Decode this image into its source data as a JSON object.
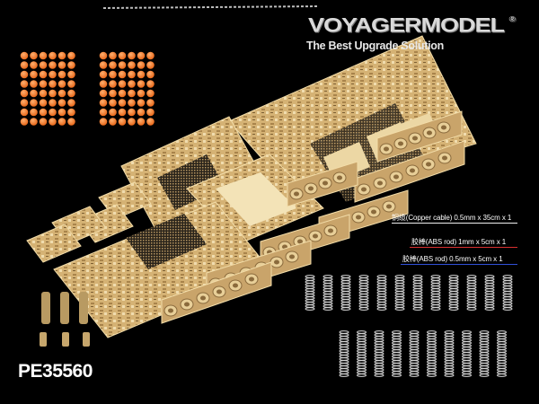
{
  "brand": {
    "logo_text": "VOYAGERMODEL",
    "registered_mark": "®",
    "tagline": "The Best Upgrade Solution"
  },
  "product_code": "PE35560",
  "material_labels": [
    {
      "text": "铜缆(Copper cable) 0.5mm x 35cm x 1",
      "line_color": "#f0f0f0"
    },
    {
      "text": "胶棒(ABS rod) 1mm x 5cm x 1",
      "line_color": "#d83030"
    },
    {
      "text": "胶棒(ABS rod) 0.5mm x 5cm x 1",
      "line_color": "#3050d8"
    }
  ],
  "colors": {
    "background": "#000000",
    "brass": "#d9b77c",
    "brass_dark": "#8a6a3c",
    "resin_orange": "#f07a2a",
    "spring_silver": "#c8c8c8"
  }
}
